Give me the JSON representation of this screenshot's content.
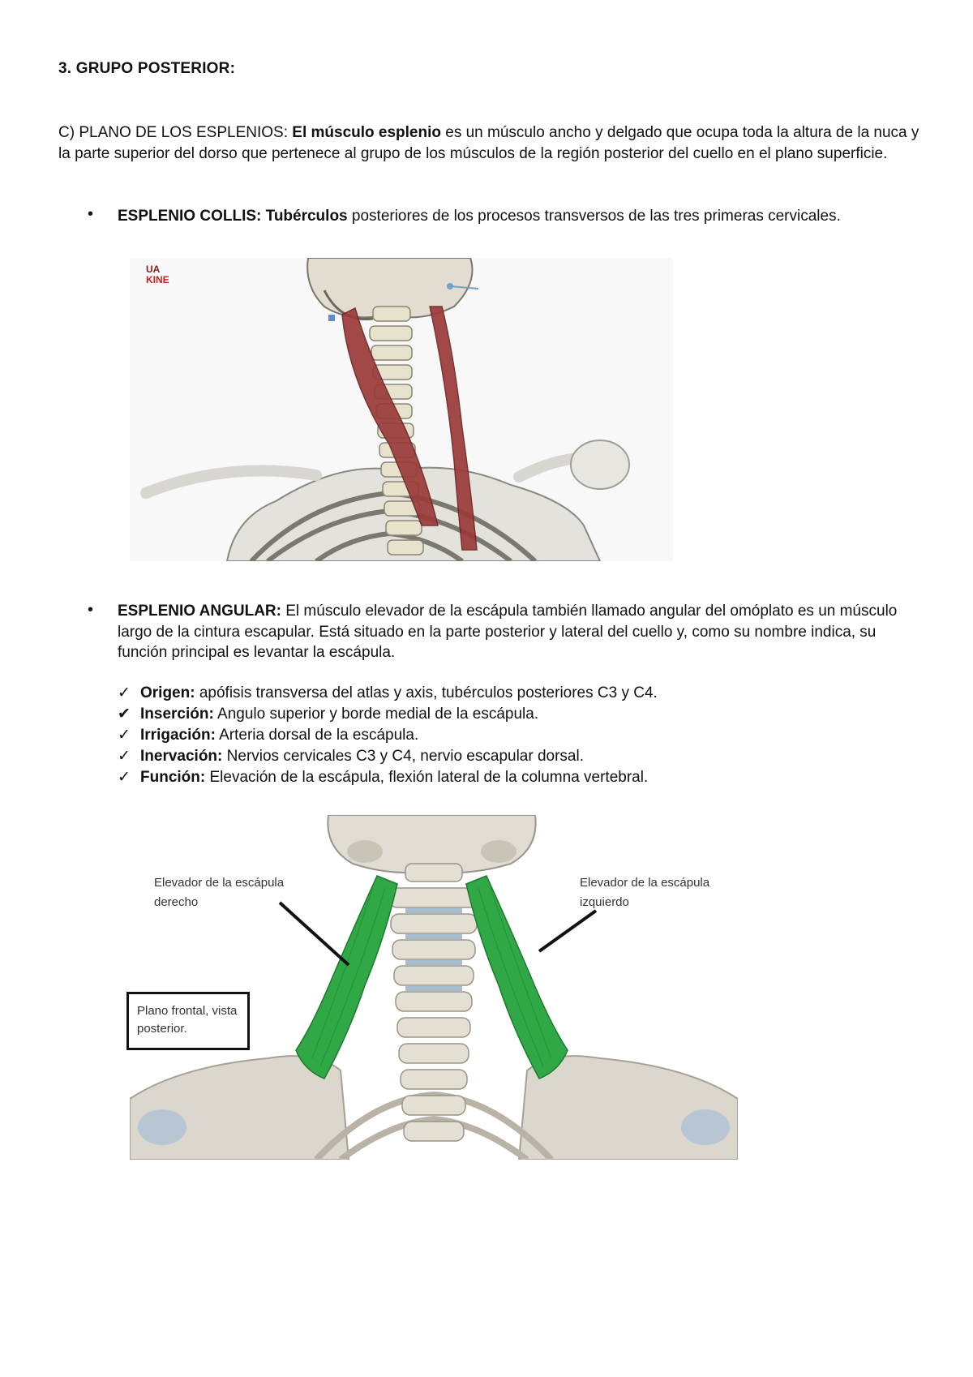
{
  "heading": "3.  GRUPO POSTERIOR:",
  "intro": {
    "prefix": "C) PLANO DE LOS ESPLENIOS: ",
    "bold": "El músculo esplenio",
    "rest": " es un músculo ancho y delgado que ocupa toda la altura de la nuca y la parte superior del dorso que   pertenece al  grupo de los  músculos de la región posterior del cuello en el plano superficie."
  },
  "bullet1": {
    "marker": "•",
    "bold": "ESPLENIO COLLIS: Tubérculos",
    "text": " posteriores de los procesos transversos de las tres primeras cervicales."
  },
  "figure1": {
    "logo_line1": "UA",
    "logo_line2": "KINE"
  },
  "bullet2": {
    "marker": "•",
    "bold": "ESPLENIO ANGULAR:",
    "text": " El músculo elevador de la escápula también llamado angular del omóplato es un músculo largo de la cintura escapular. Está situado en la parte posterior y lateral del cuello y, como su nombre indica, su función principal es levantar la escápula."
  },
  "checklist": [
    {
      "mark": "✓",
      "label": "Origen:",
      "text": " apófisis transversa del atlas y axis, tubérculos posteriores C3 y C4."
    },
    {
      "mark": "✔",
      "label": "Inserción:",
      "text": " Angulo superior y borde medial de la escápula."
    },
    {
      "mark": "✓",
      "label": "Irrigación:",
      "text": " Arteria dorsal de la escápula."
    },
    {
      "mark": "✓",
      "label": "Inervación:",
      "text": " Nervios cervicales C3 y C4, nervio escapular dorsal."
    },
    {
      "mark": "✓",
      "label": "Función:",
      "text": " Elevación de la escápula, flexión lateral de la columna vertebral."
    }
  ],
  "figure2": {
    "label_right_line1": "Elevador de la escápula",
    "label_right_line2": "derecho",
    "label_left_line1": "Elevador de la escápula",
    "label_left_line2": "izquierdo",
    "box_line1": "Plano frontal, vista",
    "box_line2": "posterior."
  },
  "colors": {
    "muscle_red": "#9b3b3a",
    "muscle_green": "#2fa845",
    "bone": "#ddd8c8"
  }
}
